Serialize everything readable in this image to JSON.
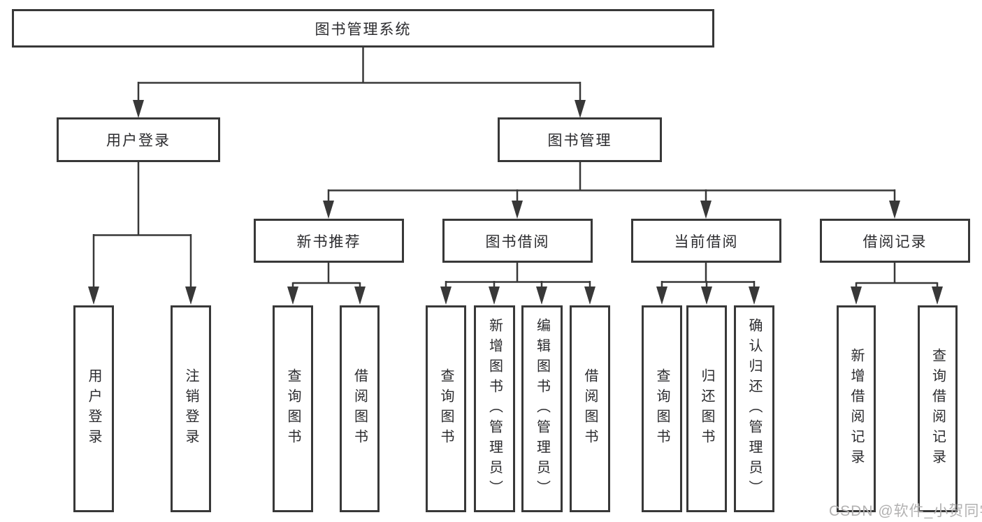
{
  "diagram_type": "hierarchy-flowchart",
  "tree": {
    "label": "图书管理系统",
    "children": [
      {
        "label": "用户登录",
        "children": [
          {
            "label": "用户登录"
          },
          {
            "label": "注销登录"
          }
        ]
      },
      {
        "label": "图书管理",
        "children": [
          {
            "label": "新书推荐",
            "children": [
              {
                "label": "查询图书"
              },
              {
                "label": "借阅图书"
              }
            ]
          },
          {
            "label": "图书借阅",
            "children": [
              {
                "label": "查询图书"
              },
              {
                "label": "新增图书（管理员）"
              },
              {
                "label": "编辑图书（管理员）"
              },
              {
                "label": "借阅图书"
              }
            ]
          },
          {
            "label": "当前借阅",
            "children": [
              {
                "label": "查询图书"
              },
              {
                "label": "归还图书"
              },
              {
                "label": "确认归还（管理员）"
              }
            ]
          },
          {
            "label": "借阅记录",
            "children": [
              {
                "label": "新增借阅记录"
              },
              {
                "label": "查询借阅记录"
              }
            ]
          }
        ]
      }
    ]
  },
  "watermark": {
    "text": "CSDN @软件_小贺同学"
  },
  "colors": {
    "line": "#383838",
    "box_border": "#383838",
    "text": "#2b2b2e",
    "watermark": "#b2b1b1",
    "background": "#ffffff"
  }
}
